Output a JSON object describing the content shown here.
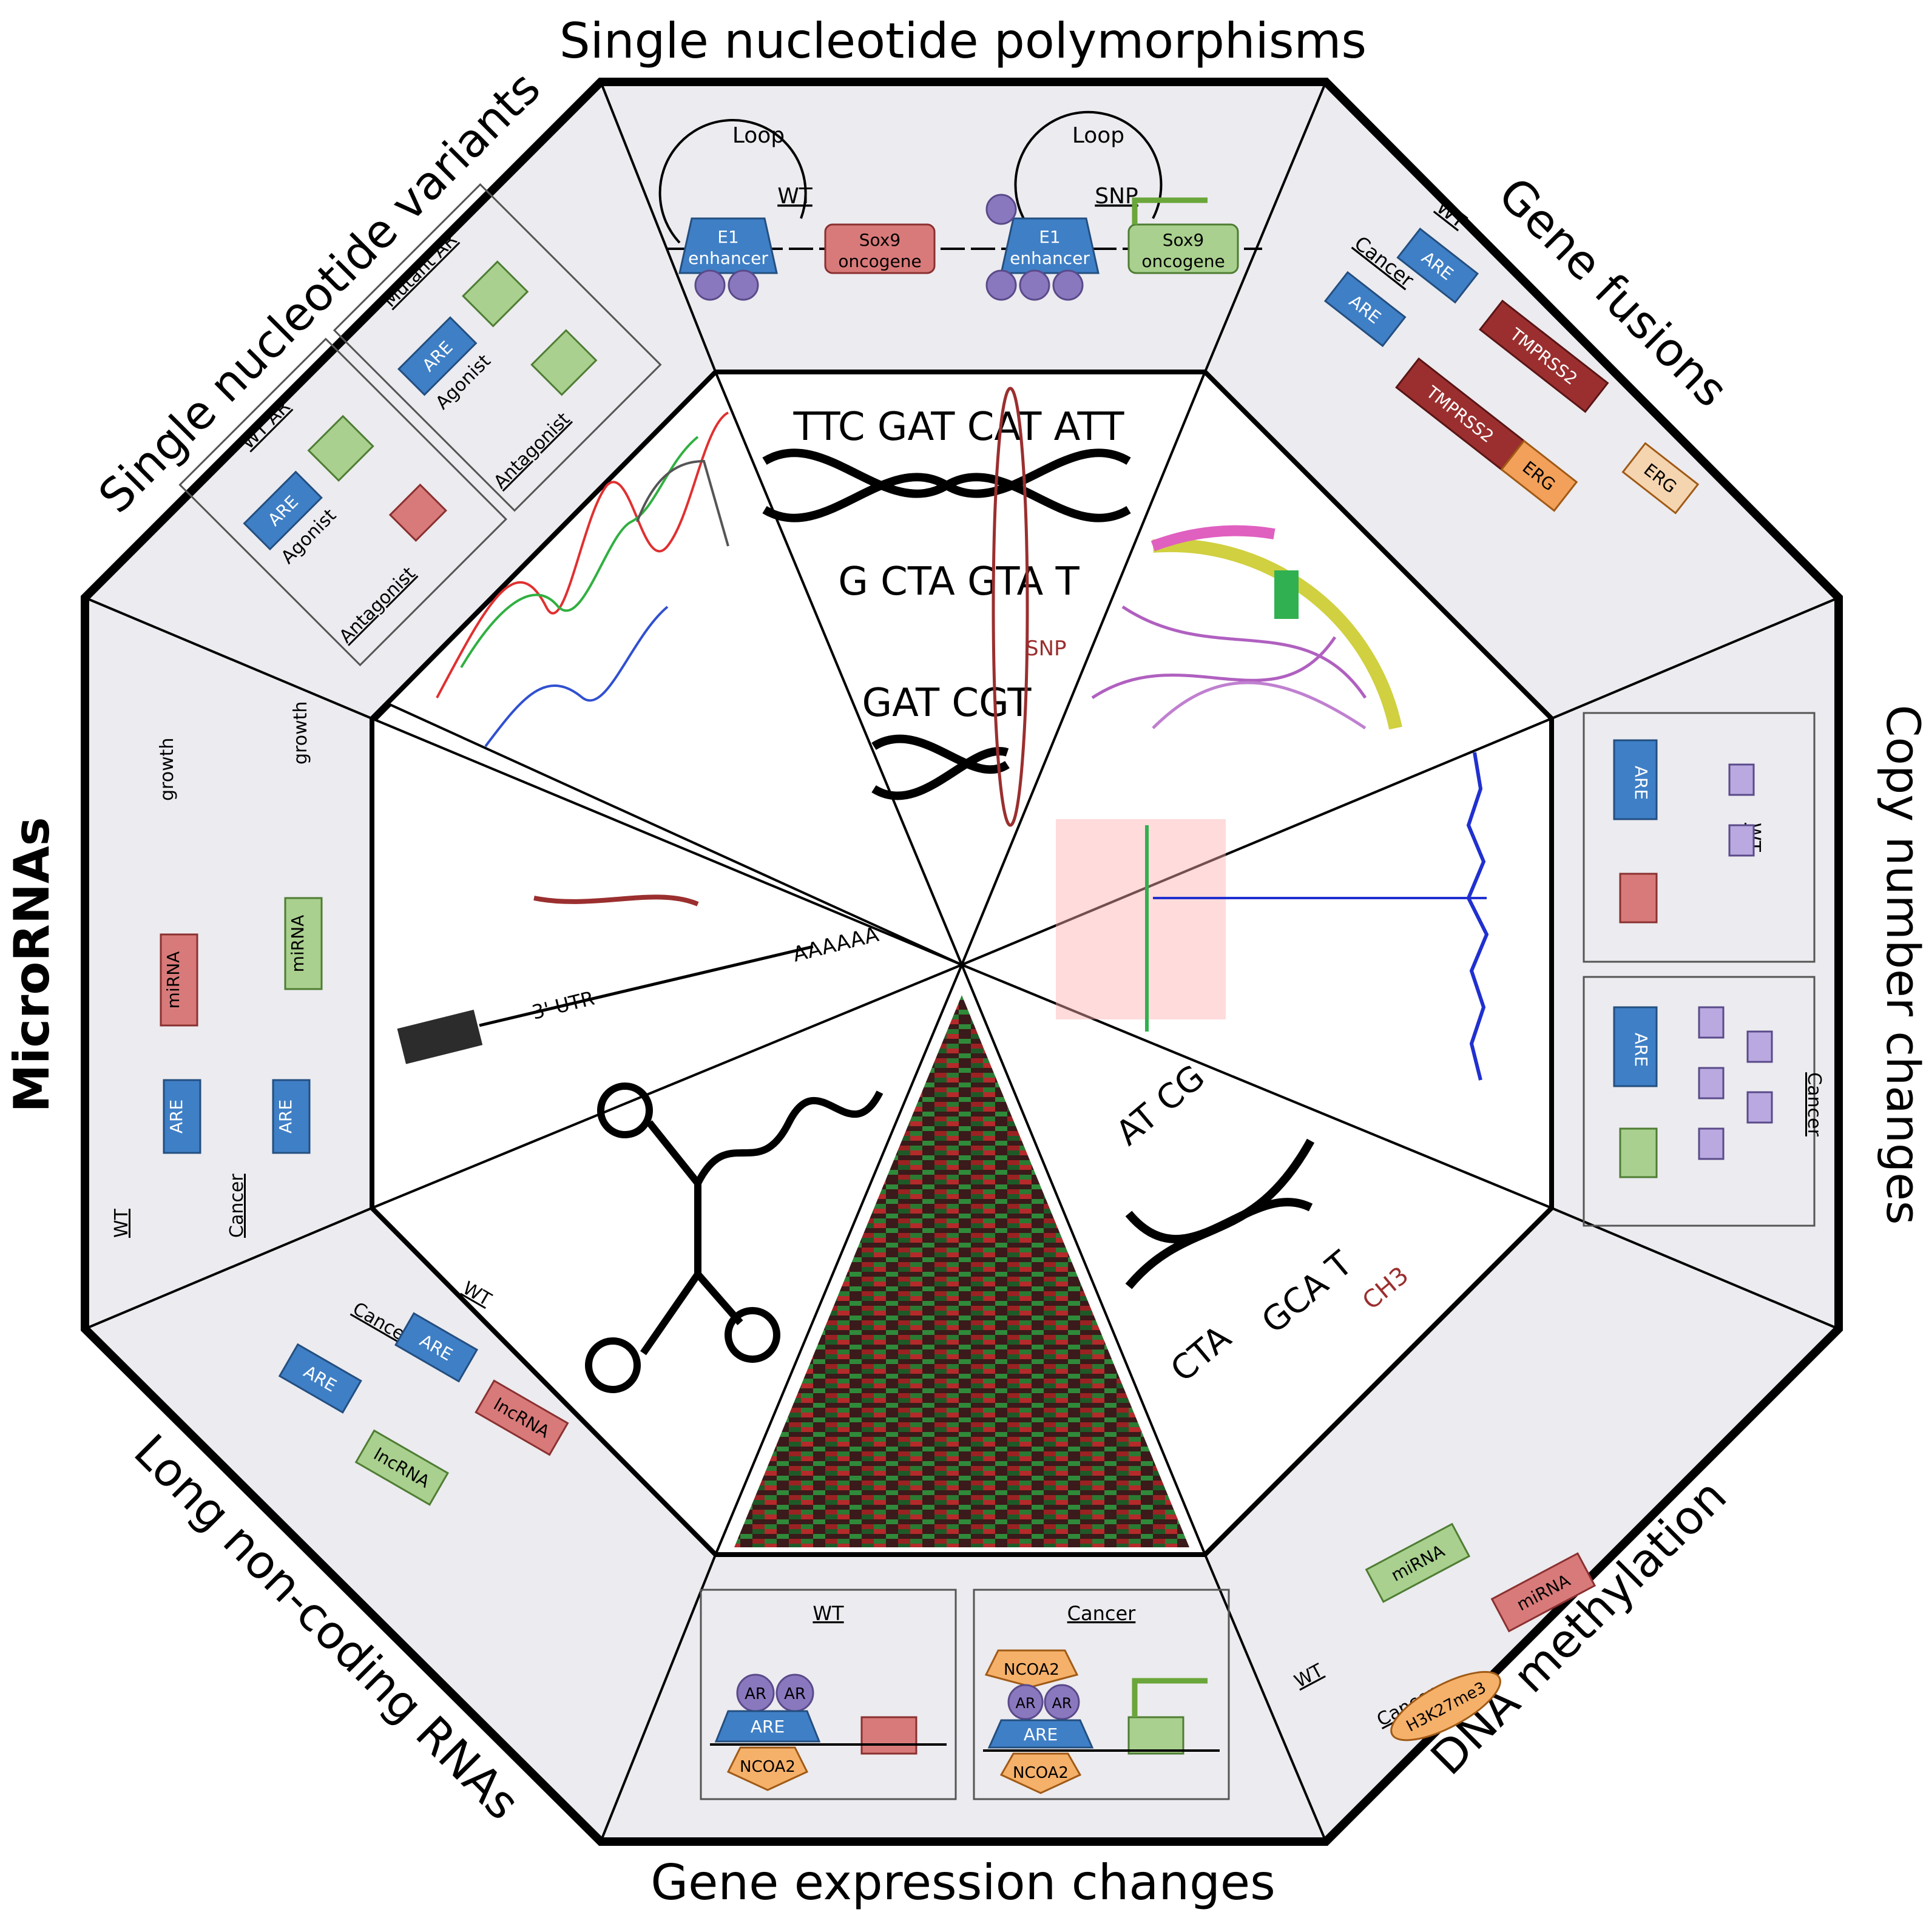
{
  "sections": {
    "snp": "Single nucleotide polymorphisms",
    "snv": "Single nucleotide variants",
    "gene_fusions": "Gene fusions",
    "mirna": "MicroRNAs",
    "cnv": "Copy number changes",
    "lncrna": "Long non-coding RNAs",
    "methylation": "DNA methylation",
    "expression": "Gene expression changes"
  },
  "labels": {
    "loop": "Loop",
    "wt": "WT",
    "snp": "SNP",
    "cancer": "Cancer",
    "ar": "AR",
    "are": "ARE",
    "e1": "E1",
    "enhancer": "enhancer",
    "sox9": "Sox9",
    "oncogene": "oncogene",
    "tmprss2": "TMPRSS2",
    "erg": "ERG",
    "wt_ar": "WT AR",
    "mutant_ar": "Mutant AR",
    "agonist": "Agonist",
    "antagonist": "Antagonist",
    "mirna": "miRNA",
    "mirna_low": "miRNA",
    "growth": "growth",
    "lncrna": "lncRNA",
    "ncoa2": "NCOA2",
    "h3k27me3": "H3K27me3",
    "utr": "3' UTR",
    "polya": "AAAAAA",
    "seq1": "TTC GAT CAT ATT",
    "seq2": "G CTA GTA T",
    "seq3": "GAT CGT",
    "meth_seq1": "AT CG",
    "meth_seq2": "GCA T",
    "meth_seq3": "CTA",
    "ch3": "CH3"
  },
  "colors": {
    "ar": "#8a78bf",
    "are": "#3f7fc6",
    "gene_red": "#d97a7a",
    "gene_green": "#a9d08e",
    "tmprss2": "#9b2f2f",
    "erg": "#f2a05a",
    "ncoa2": "#f5b06a",
    "panel": "#ecebef"
  }
}
